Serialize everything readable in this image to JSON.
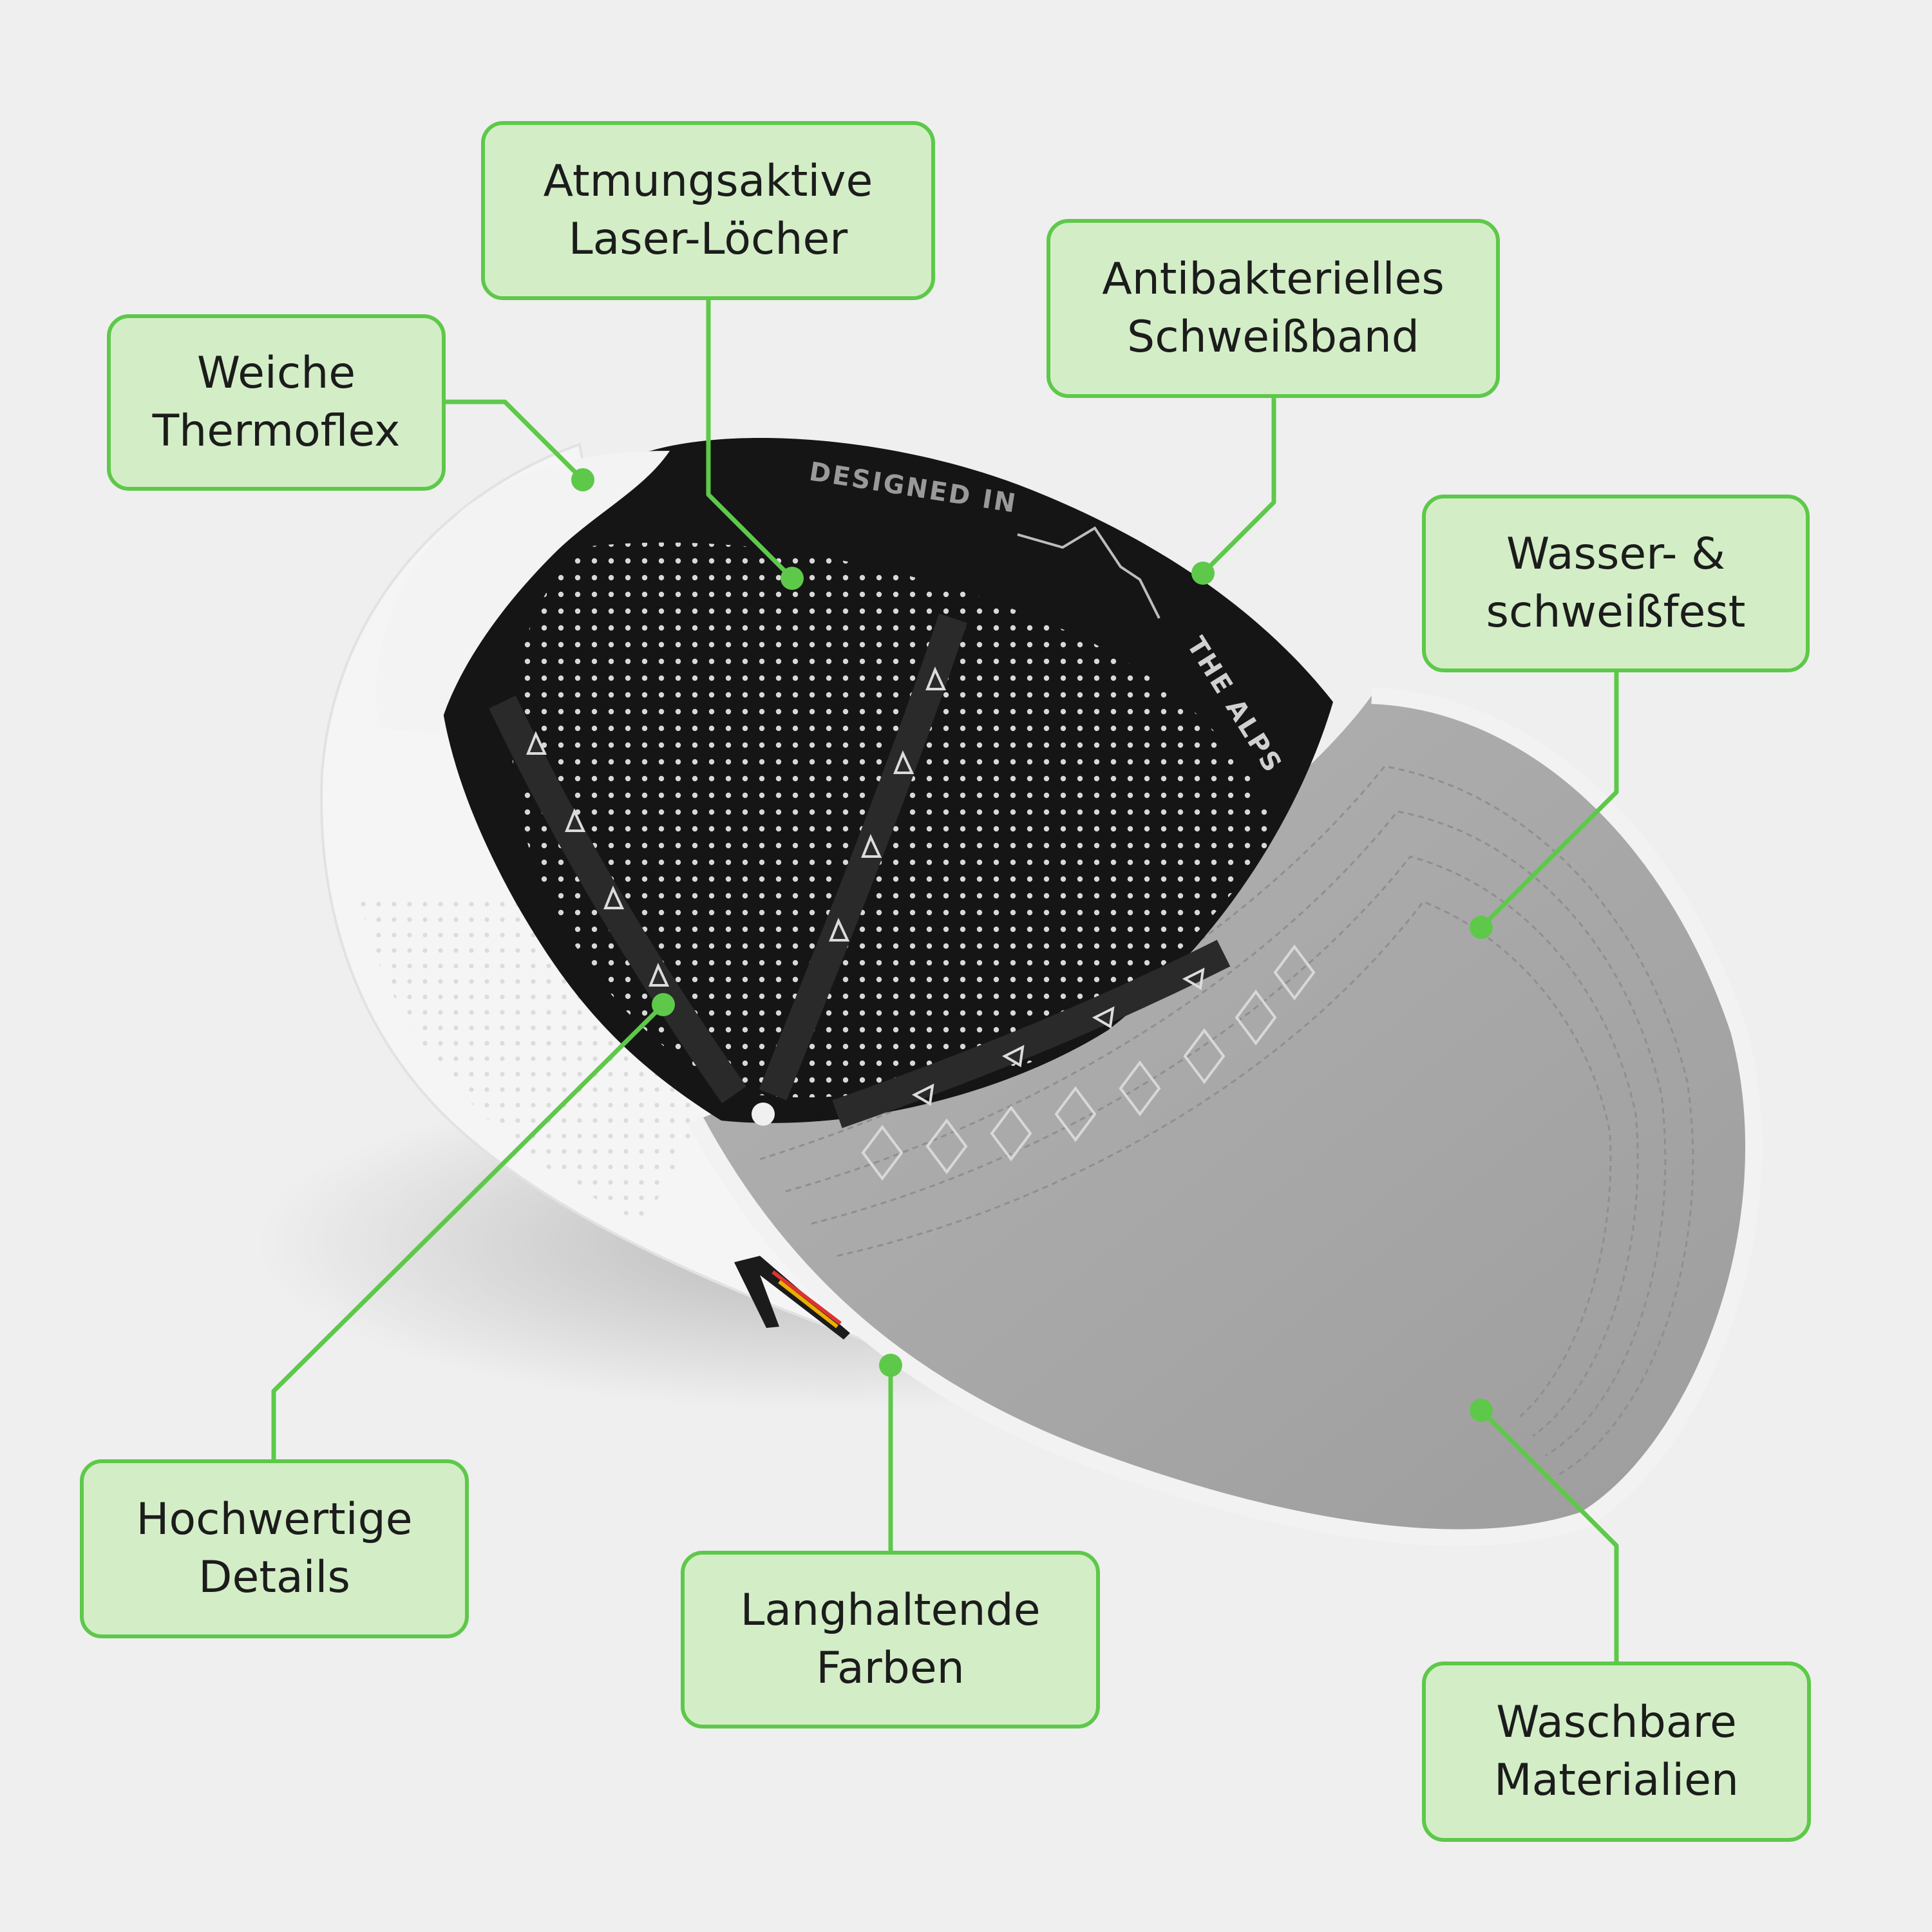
{
  "colors": {
    "background": "#efefef",
    "callout_fill": "#d3eec6",
    "callout_border": "#5ec84a",
    "leader_line": "#5ec84a",
    "text": "#1c1c1c",
    "cap_white": "#f6f6f6",
    "cap_lining": "#151515",
    "brim_gray": "#a9a9a9"
  },
  "cap_print": {
    "sweatband_top": "DESIGNED IN",
    "sweatband_side": "THE ALPS"
  },
  "callouts": [
    {
      "id": "thermoflex",
      "lines": [
        "Weiche",
        "Thermoflex"
      ]
    },
    {
      "id": "laser-holes",
      "lines": [
        "Atmungsaktive",
        "Laser-Löcher"
      ]
    },
    {
      "id": "sweatband",
      "lines": [
        "Antibakterielles",
        "Schweißband"
      ]
    },
    {
      "id": "water-resistant",
      "lines": [
        "Wasser- &",
        "schweißfest"
      ]
    },
    {
      "id": "details",
      "lines": [
        "Hochwertige",
        "Details"
      ]
    },
    {
      "id": "colors",
      "lines": [
        "Langhaltende",
        "Farben"
      ]
    },
    {
      "id": "washable",
      "lines": [
        "Waschbare",
        "Materialien"
      ]
    }
  ]
}
